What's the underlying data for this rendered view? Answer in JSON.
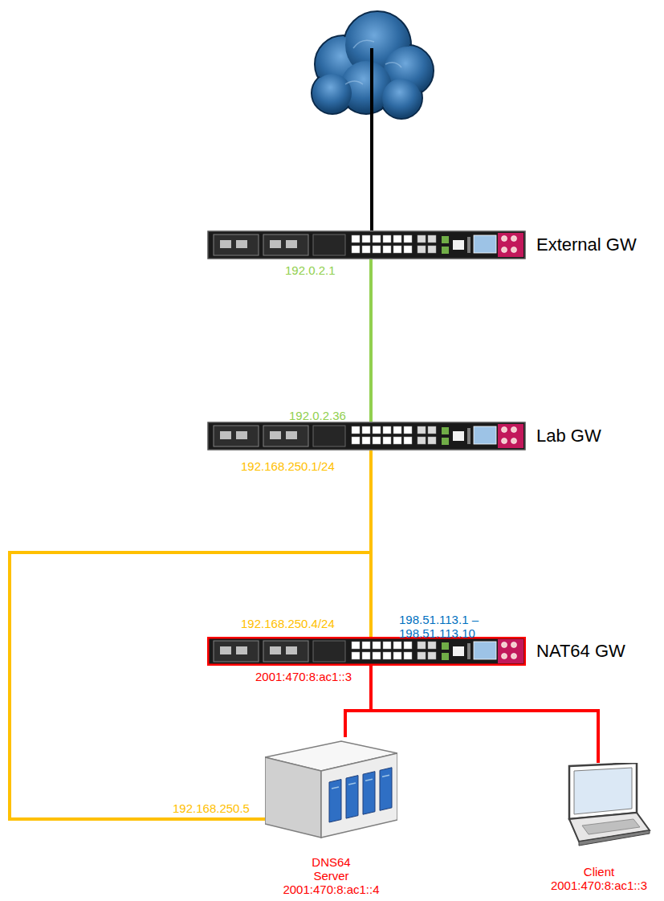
{
  "diagram": {
    "nodes": [
      {
        "text": [
          "External GW"
        ]
      },
      {
        "text": [
          "Lab GW"
        ]
      },
      {
        "text": [
          "NAT64 GW"
        ]
      },
      {
        "text": [
          "DNS64 Server",
          "2001:470:8:ac1::4"
        ]
      },
      {
        "text": [
          "Client",
          "2001:470:8:ac1::3"
        ]
      }
    ],
    "edges": [
      {
        "from": 0,
        "to": 1,
        "arrow": "none"
      },
      {
        "from": 1,
        "to": 2,
        "arrow": "none"
      },
      {
        "from": 1,
        "to": 3,
        "arrow": "none"
      },
      {
        "from": 2,
        "to": 3,
        "arrow": "none"
      },
      {
        "from": 2,
        "to": 4,
        "arrow": "none"
      }
    ],
    "labels": [
      "192.0.2.1",
      "192.0.2.36",
      "192.168.250.1/24",
      "192.168.250.4/24",
      "198.51.113.1 – 198.51.113.10",
      "2001:470:8:ac1::3",
      "192.168.250.5"
    ]
  }
}
